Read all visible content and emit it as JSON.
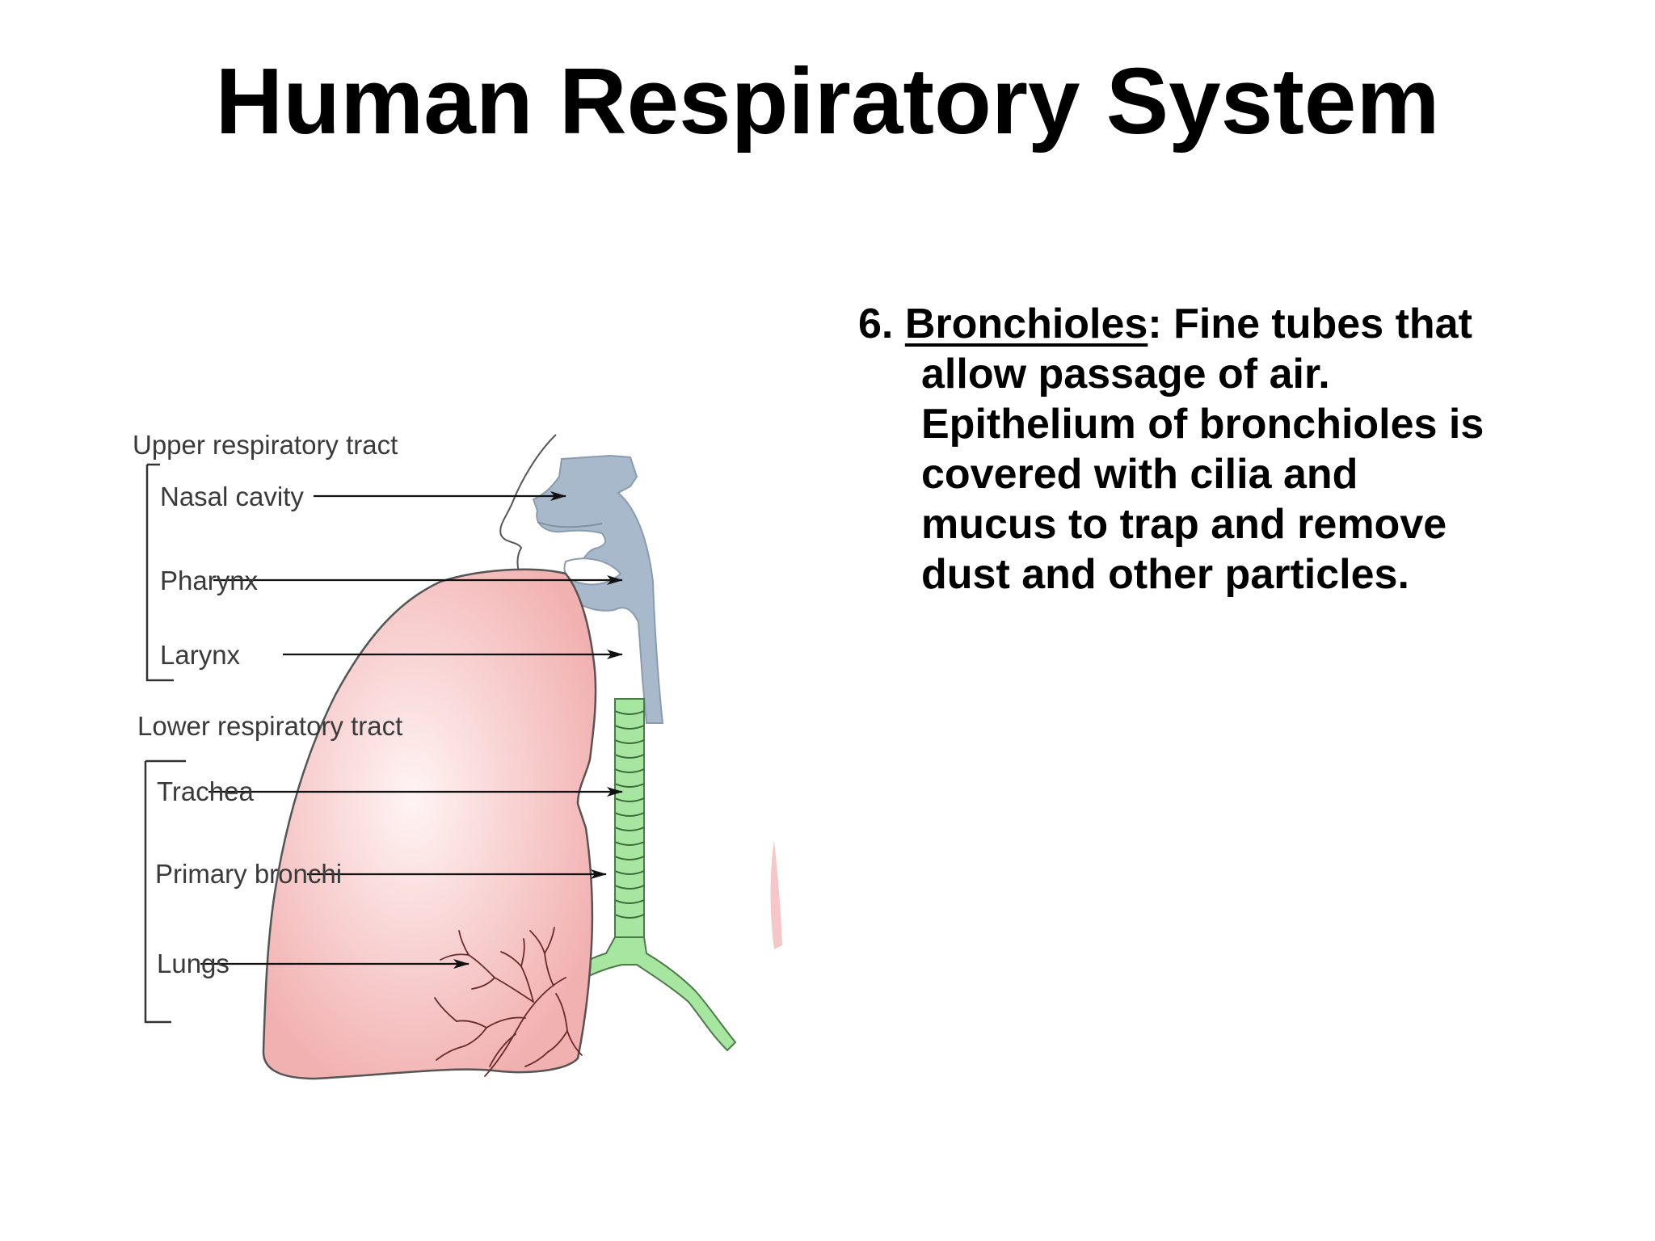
{
  "title": "Human Respiratory System",
  "diagram": {
    "colors": {
      "upper_tract": "#a9b9cc",
      "trachea": "#a6e6a0",
      "lung": "#f2b1b1",
      "outline": "#444444"
    },
    "labels": {
      "upper_group": "Upper respiratory tract",
      "nasal_cavity": "Nasal cavity",
      "pharynx": "Pharynx",
      "larynx": "Larynx",
      "lower_group": "Lower respiratory tract",
      "trachea": "Trachea",
      "primary_bronchi": "Primary bronchi",
      "lungs": "Lungs"
    }
  },
  "description": {
    "number": "6.",
    "term": "Bronchioles",
    "first_line_rest": ": Fine tubes that",
    "lines": [
      "allow passage of air.",
      "Epithelium of bronchioles is",
      "covered with cilia and",
      "mucus to trap and remove",
      "dust and other particles."
    ]
  }
}
